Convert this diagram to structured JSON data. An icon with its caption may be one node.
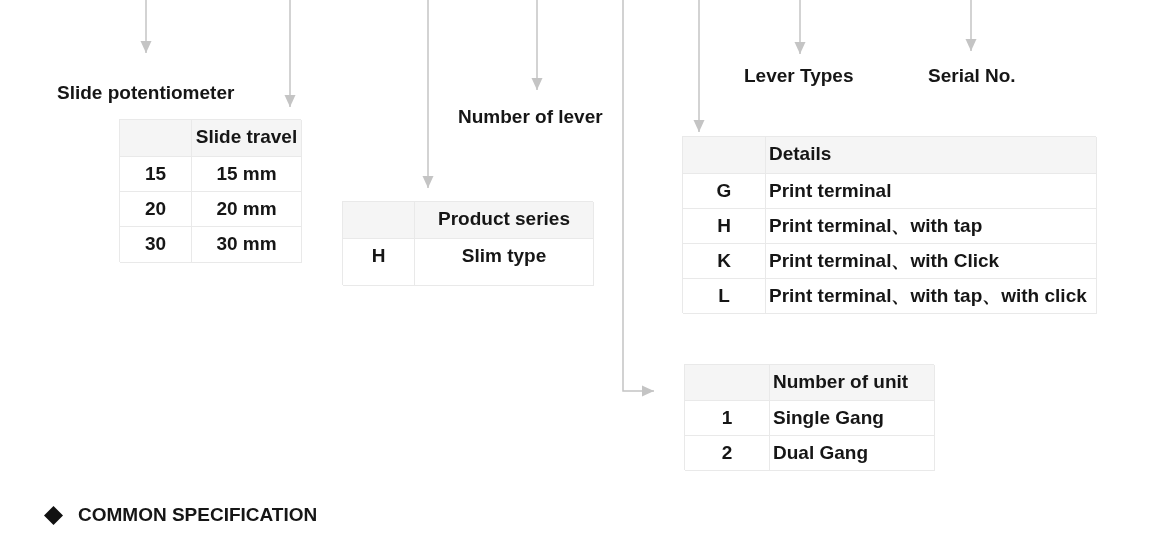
{
  "diagram": {
    "nodes": [
      {
        "text": [
          "Slide potentiometer"
        ]
      },
      {
        "text": [
          "Slide travel",
          "15",
          "15 mm",
          "20",
          "20 mm",
          "30",
          "30 mm"
        ]
      },
      {
        "text": [
          "Product series",
          "H",
          "Slim type"
        ]
      },
      {
        "text": [
          "Number of lever"
        ]
      },
      {
        "text": [
          "Number of unit",
          "1",
          "Single Gang",
          "2",
          "Dual Gang"
        ]
      },
      {
        "text": [
          "Details",
          "G",
          "Print terminal",
          "H",
          "Print terminal、with tap",
          "K",
          "Print terminal、with Click",
          "L",
          "Print terminal、with tap、with click"
        ]
      },
      {
        "text": [
          "Lever Types"
        ]
      },
      {
        "text": [
          "Serial No."
        ]
      }
    ],
    "edges": [
      {
        "from": null,
        "to": 0,
        "arrow": "to"
      },
      {
        "from": null,
        "to": 1,
        "arrow": "to"
      },
      {
        "from": null,
        "to": 2,
        "arrow": "to"
      },
      {
        "from": null,
        "to": 3,
        "arrow": "to"
      },
      {
        "from": null,
        "to": 4,
        "arrow": "to"
      },
      {
        "from": null,
        "to": 5,
        "arrow": "to"
      },
      {
        "from": null,
        "to": 6,
        "arrow": "to"
      },
      {
        "from": null,
        "to": 7,
        "arrow": "to"
      }
    ],
    "labels": [
      "COMMON SPECIFICATION"
    ]
  }
}
